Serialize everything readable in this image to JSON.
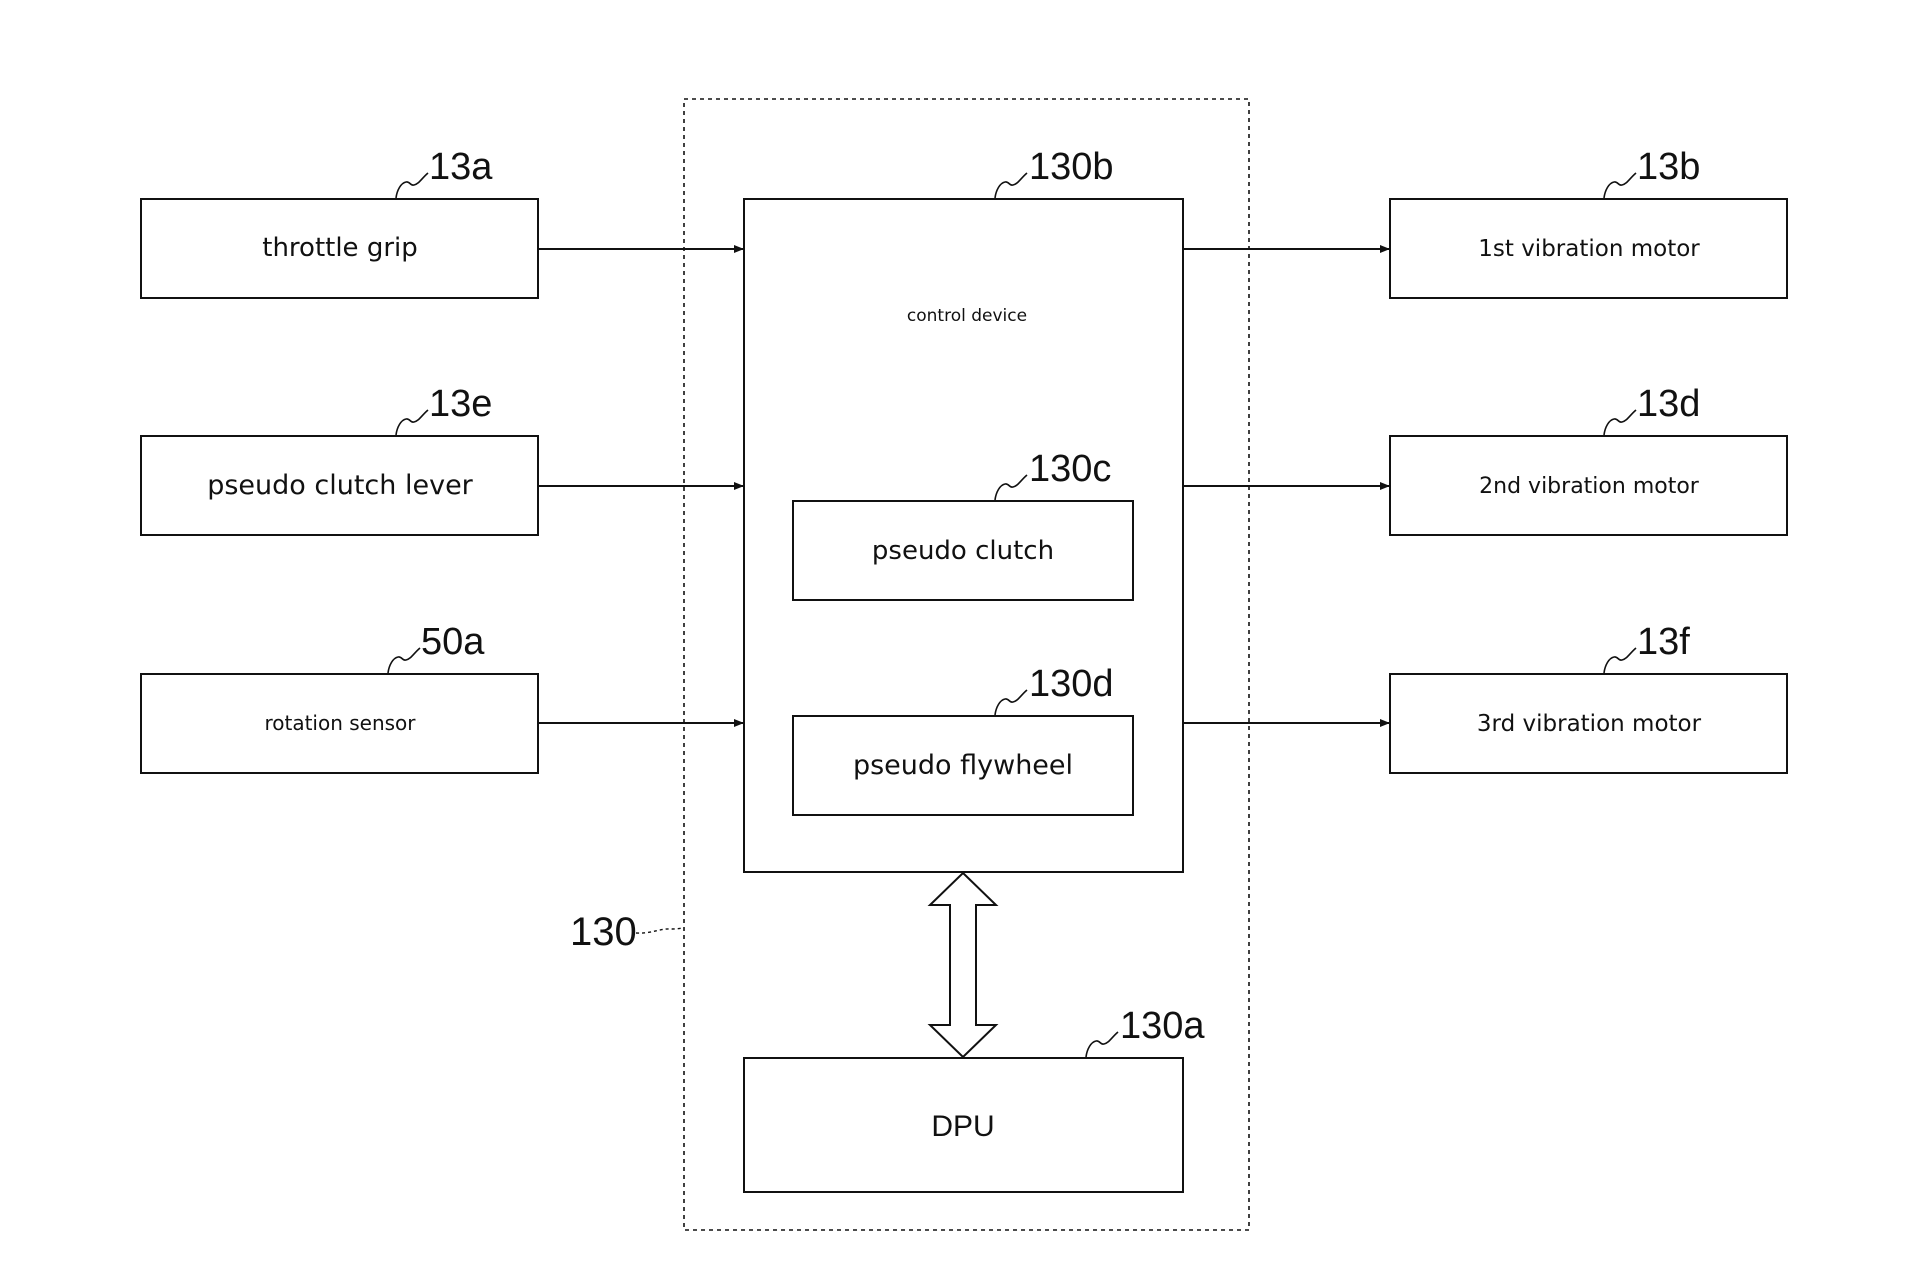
{
  "blocks": {
    "throttle_grip": {
      "label": "throttle grip",
      "ref": "13a"
    },
    "pseudo_clutch_lever": {
      "label": "pseudo clutch lever",
      "ref": "13e"
    },
    "rotation_sensor": {
      "label": "rotation sensor",
      "ref": "50a"
    },
    "control_device": {
      "label": "control device",
      "ref": "130b"
    },
    "pseudo_clutch": {
      "label": "pseudo clutch",
      "ref": "130c"
    },
    "pseudo_flywheel": {
      "label": "pseudo flywheel",
      "ref": "130d"
    },
    "dpu": {
      "label": "DPU",
      "ref": "130a"
    },
    "vibration_motor_1": {
      "label": "1st vibration motor",
      "ref": "13b"
    },
    "vibration_motor_2": {
      "label": "2nd vibration motor",
      "ref": "13d"
    },
    "vibration_motor_3": {
      "label": "3rd vibration motor",
      "ref": "13f"
    }
  },
  "group": {
    "ref": "130"
  },
  "colors": {
    "line": "#111111",
    "background": "#ffffff"
  }
}
